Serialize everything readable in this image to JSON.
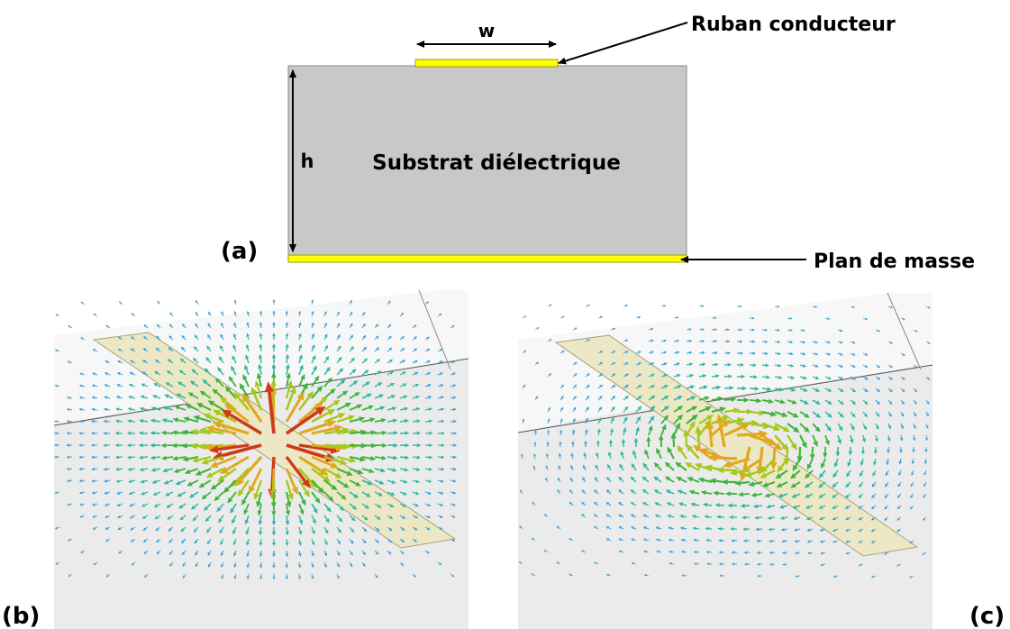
{
  "top_panel": {
    "panel_label": "(a)",
    "strip_label": "Ruban conducteur",
    "substrate_label": "Substrat diélectrique",
    "ground_label": "Plan de masse",
    "width_label": "w",
    "height_label": "h",
    "colors": {
      "substrate": "#c8c8c8",
      "conductor": "#ffff00",
      "conductor_edge": "#9c9c00"
    }
  },
  "left_panel": {
    "panel_label": "(b)",
    "field": "electric field vectors radiating from the strip",
    "colors": {
      "strip": "#ece7c4",
      "floor": "#ebebeb",
      "wall": "#f7f7f7"
    }
  },
  "right_panel": {
    "panel_label": "(c)",
    "field": "magnetic field vectors circulating around the strip",
    "colors": {
      "strip": "#ece7c4",
      "floor": "#ebebeb",
      "wall": "#f7f7f7"
    }
  },
  "arrow_colors": [
    "#3aa0dc",
    "#2fb7a0",
    "#3cb43c",
    "#a6c81e",
    "#e0a81c",
    "#cc3a1a"
  ]
}
